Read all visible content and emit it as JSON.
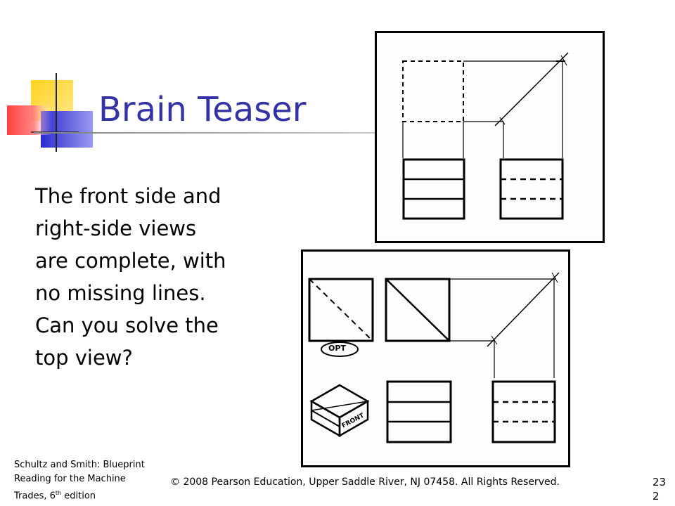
{
  "slide": {
    "title": "Brain Teaser",
    "body_lines": [
      "The front side and",
      "right-side views",
      "are complete, with",
      "no missing lines.",
      "Can you solve the",
      "top view?"
    ],
    "citation_line1": "Schultz and Smith: Blueprint",
    "citation_line2": "Reading for the Machine",
    "citation_line3_prefix": "Trades, 6",
    "citation_line3_sup": "th",
    "citation_line3_suffix": " edition",
    "copyright": "© 2008 Pearson Education, Upper Saddle River, NJ 07458. All Rights Reserved.",
    "slide_number": "232"
  },
  "figures": {
    "bottom_opt_label": "OPT",
    "bottom_front_label": "FRONT"
  },
  "colors": {
    "title": "#3333a6",
    "deco_yellow": "#ffd21f",
    "deco_red": "#ff3030",
    "deco_blue": "#3b3bd8"
  }
}
